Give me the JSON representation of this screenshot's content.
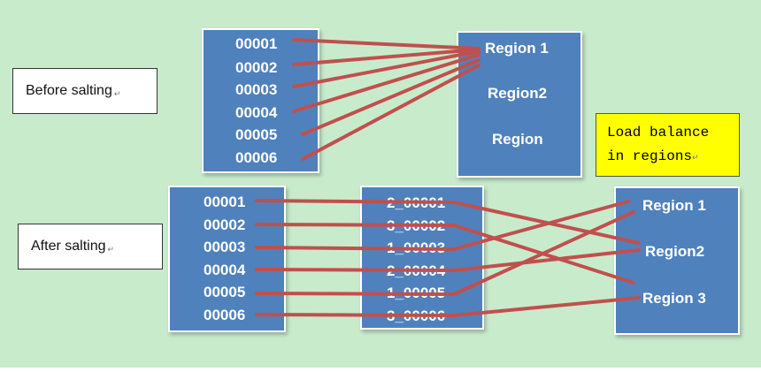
{
  "labels": {
    "before": "Before salting",
    "after": "After salting",
    "load_balance_line1": "Load  balance",
    "load_balance_line2": "in regions",
    "return_mark": "↵"
  },
  "before": {
    "keys": [
      "00001",
      "00002",
      "00003",
      "00004",
      "00005",
      "00006"
    ],
    "regions": [
      "Region 1",
      "Region2",
      "Region"
    ]
  },
  "after": {
    "keys": [
      "00001",
      "00002",
      "00003",
      "00004",
      "00005",
      "00006"
    ],
    "salted_keys": [
      "2_00001",
      "3_00002",
      "1_00003",
      "2_00004",
      "1_00005",
      "3_00006"
    ],
    "regions": [
      "Region 1",
      "Region2",
      "Region 3"
    ]
  },
  "colors": {
    "background": "#c8ebcc",
    "block": "#4f81bd",
    "connector": "#c0504d",
    "note": "#ffff00"
  }
}
